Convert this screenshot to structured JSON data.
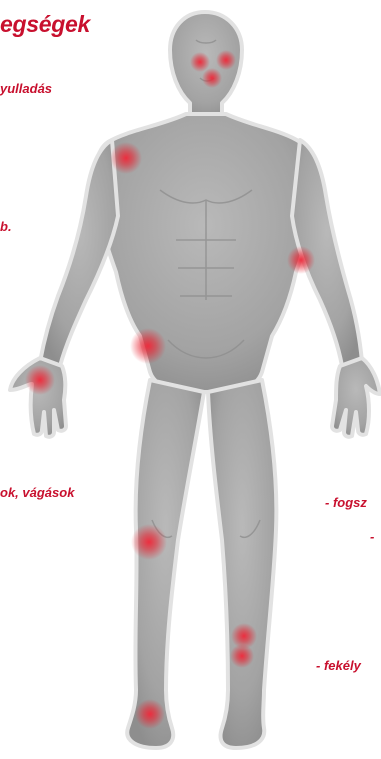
{
  "title": "egségek",
  "labels": {
    "inflammation": "yulladás",
    "b": "b.",
    "cuts": "ok, vágások",
    "teeth": "- fogsz",
    "dash": "-",
    "ulcer": "- fekély"
  },
  "colors": {
    "accent_red": "#c8102e",
    "body_fill": "#a9a9a9",
    "body_edge": "#dcdcdc",
    "hotspot": "#e8202e"
  },
  "icons": {
    "figure": "human-body-figure",
    "hotspot": "pain-point-marker"
  }
}
